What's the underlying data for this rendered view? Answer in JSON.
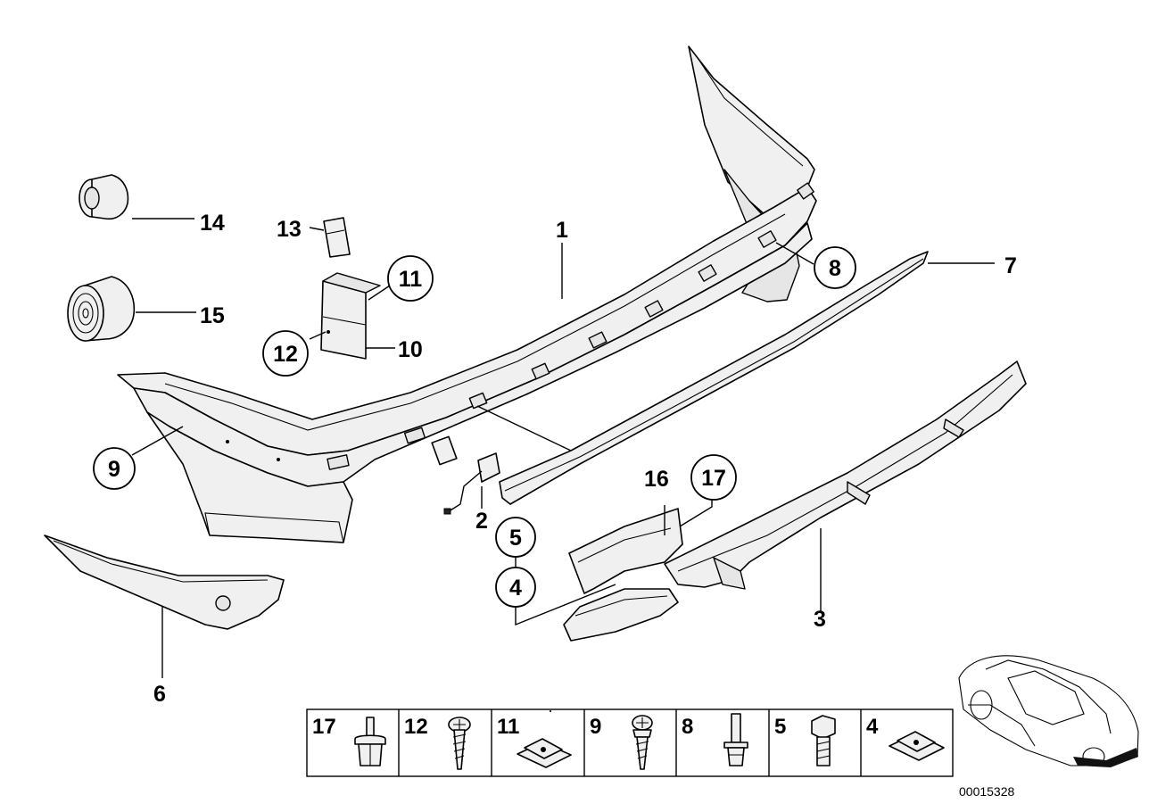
{
  "diagram": {
    "reference_number": "00015328",
    "callouts": {
      "c1": "1",
      "c2": "2",
      "c3": "3",
      "c4": "4",
      "c5": "5",
      "c6": "6",
      "c7": "7",
      "c8": "8",
      "c9": "9",
      "c10": "10",
      "c11": "11",
      "c12": "12",
      "c13": "13",
      "c14": "14",
      "c15": "15",
      "c16": "16",
      "c17": "17"
    },
    "fastener_table": [
      "17",
      "12",
      "11",
      "9",
      "8",
      "5",
      "4"
    ],
    "colors": {
      "line": "#000000",
      "fill": "#f0f0f0",
      "background": "#ffffff"
    }
  }
}
